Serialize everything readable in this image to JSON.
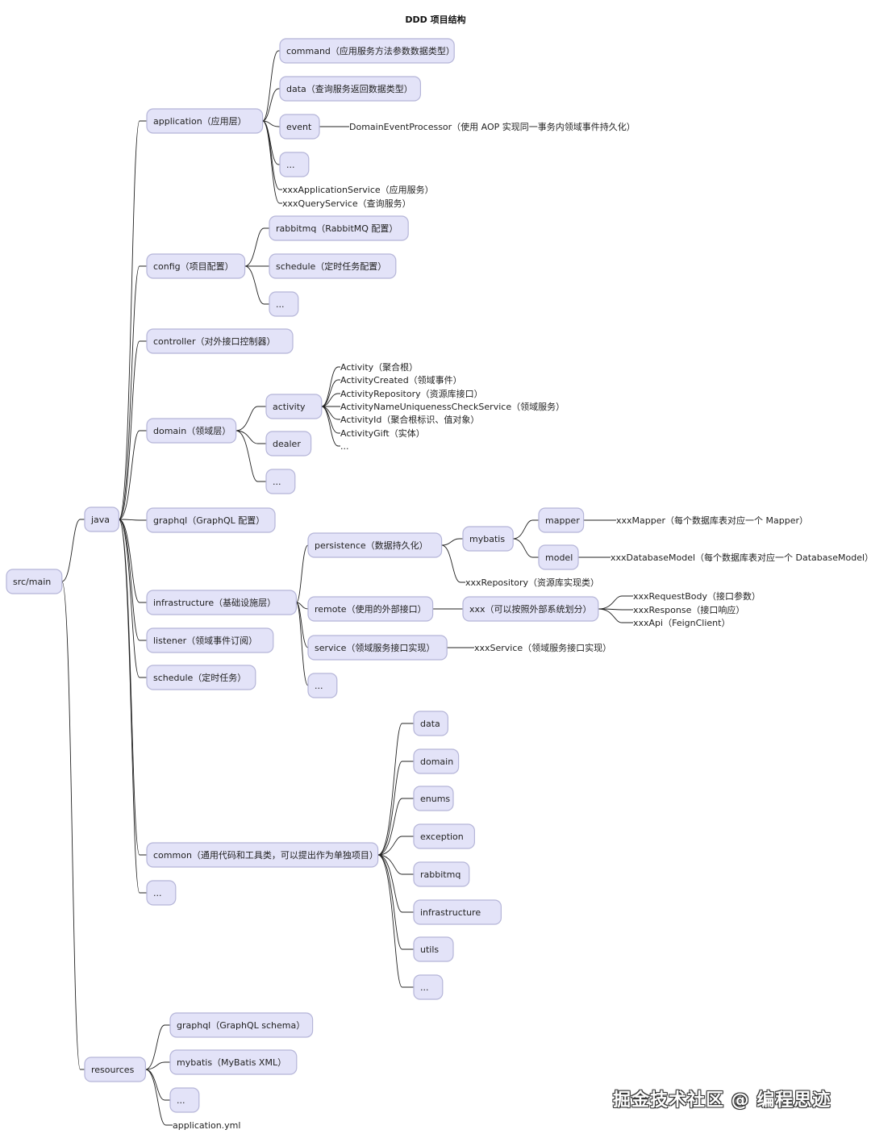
{
  "title": "DDD 项目结构",
  "watermark": "掘金技术社区 @ 编程思迹",
  "colors": {
    "box_fill": "#e3e3f8",
    "box_stroke": "#b5b5d8",
    "line": "#222222"
  },
  "tree": {
    "id": "src-main",
    "label": "src/main",
    "children": [
      {
        "id": "java",
        "label": "java",
        "children": [
          {
            "id": "application",
            "label": "application（应用层）",
            "children": [
              {
                "id": "command",
                "label": "command（应用服务方法参数数据类型）"
              },
              {
                "id": "app-data",
                "label": "data（查询服务返回数据类型）"
              },
              {
                "id": "event",
                "label": "event",
                "children": [
                  {
                    "id": "domain-event-processor",
                    "label": "DomainEventProcessor（使用 AOP 实现同一事务内领域事件持久化）",
                    "leaf": true
                  }
                ]
              },
              {
                "id": "app-ellipsis",
                "label": "..."
              },
              {
                "id": "xxx-application-service",
                "label": "xxxApplicationService（应用服务）",
                "leaf": true
              },
              {
                "id": "xxx-query-service",
                "label": "xxxQueryService（查询服务）",
                "leaf": true
              }
            ]
          },
          {
            "id": "config",
            "label": "config（项目配置）",
            "children": [
              {
                "id": "rabbitmq-config",
                "label": "rabbitmq（RabbitMQ 配置）"
              },
              {
                "id": "schedule-config",
                "label": "schedule（定时任务配置）"
              },
              {
                "id": "config-ellipsis",
                "label": "..."
              }
            ]
          },
          {
            "id": "controller",
            "label": "controller（对外接口控制器）"
          },
          {
            "id": "domain",
            "label": "domain（领域层）",
            "children": [
              {
                "id": "activity",
                "label": "activity",
                "children": [
                  {
                    "id": "activity-root",
                    "label": "Activity（聚合根）",
                    "leaf": true
                  },
                  {
                    "id": "activity-created",
                    "label": "ActivityCreated（领域事件）",
                    "leaf": true
                  },
                  {
                    "id": "activity-repository",
                    "label": "ActivityRepository（资源库接口）",
                    "leaf": true
                  },
                  {
                    "id": "activity-name-check",
                    "label": "ActivityNameUniquenessCheckService（领域服务）",
                    "leaf": true
                  },
                  {
                    "id": "activity-id",
                    "label": "ActivityId（聚合根标识、值对象）",
                    "leaf": true
                  },
                  {
                    "id": "activity-gift",
                    "label": "ActivityGift（实体）",
                    "leaf": true
                  },
                  {
                    "id": "activity-ellipsis",
                    "label": "...",
                    "leaf": true
                  }
                ]
              },
              {
                "id": "dealer",
                "label": "dealer"
              },
              {
                "id": "domain-ellipsis",
                "label": "..."
              }
            ]
          },
          {
            "id": "graphql",
            "label": "graphql（GraphQL 配置）"
          },
          {
            "id": "infrastructure",
            "label": "infrastructure（基础设施层）",
            "children": [
              {
                "id": "persistence",
                "label": "persistence（数据持久化）",
                "children": [
                  {
                    "id": "mybatis",
                    "label": "mybatis",
                    "children": [
                      {
                        "id": "mapper",
                        "label": "mapper",
                        "children": [
                          {
                            "id": "xxx-mapper",
                            "label": "xxxMapper（每个数据库表对应一个 Mapper）",
                            "leaf": true
                          }
                        ]
                      },
                      {
                        "id": "model",
                        "label": "model",
                        "children": [
                          {
                            "id": "xxx-database-model",
                            "label": "xxxDatabaseModel（每个数据库表对应一个 DatabaseModel）",
                            "leaf": true
                          }
                        ]
                      }
                    ]
                  },
                  {
                    "id": "xxx-repository",
                    "label": "xxxRepository（资源库实现类）",
                    "leaf": true
                  }
                ]
              },
              {
                "id": "remote",
                "label": "remote（使用的外部接口）",
                "children": [
                  {
                    "id": "xxx-remote",
                    "label": "xxx（可以按照外部系统划分）",
                    "children": [
                      {
                        "id": "xxx-request-body",
                        "label": "xxxRequestBody（接口参数）",
                        "leaf": true
                      },
                      {
                        "id": "xxx-response",
                        "label": "xxxResponse（接口响应）",
                        "leaf": true
                      },
                      {
                        "id": "xxx-api",
                        "label": "xxxApi（FeignClient）",
                        "leaf": true
                      }
                    ]
                  }
                ]
              },
              {
                "id": "service",
                "label": "service（领域服务接口实现）",
                "children": [
                  {
                    "id": "xxx-service",
                    "label": "xxxService（领域服务接口实现）",
                    "leaf": true
                  }
                ]
              },
              {
                "id": "infra-ellipsis",
                "label": "..."
              }
            ]
          },
          {
            "id": "listener",
            "label": "listener（领域事件订阅）"
          },
          {
            "id": "schedule",
            "label": "schedule（定时任务）"
          },
          {
            "id": "common",
            "label": "common（通用代码和工具类，可以提出作为单独项目）",
            "children": [
              {
                "id": "common-data",
                "label": "data"
              },
              {
                "id": "common-domain",
                "label": "domain"
              },
              {
                "id": "common-enums",
                "label": "enums"
              },
              {
                "id": "common-exception",
                "label": "exception"
              },
              {
                "id": "common-rabbitmq",
                "label": "rabbitmq"
              },
              {
                "id": "common-infrastructure",
                "label": "infrastructure"
              },
              {
                "id": "common-utils",
                "label": "utils"
              },
              {
                "id": "common-ellipsis",
                "label": "..."
              }
            ]
          },
          {
            "id": "java-ellipsis",
            "label": "..."
          }
        ]
      },
      {
        "id": "resources",
        "label": "resources",
        "children": [
          {
            "id": "res-graphql",
            "label": "graphql（GraphQL schema）"
          },
          {
            "id": "res-mybatis",
            "label": "mybatis（MyBatis XML）"
          },
          {
            "id": "res-ellipsis",
            "label": "..."
          },
          {
            "id": "application-yml",
            "label": "application.yml",
            "leaf": true
          }
        ]
      }
    ]
  }
}
